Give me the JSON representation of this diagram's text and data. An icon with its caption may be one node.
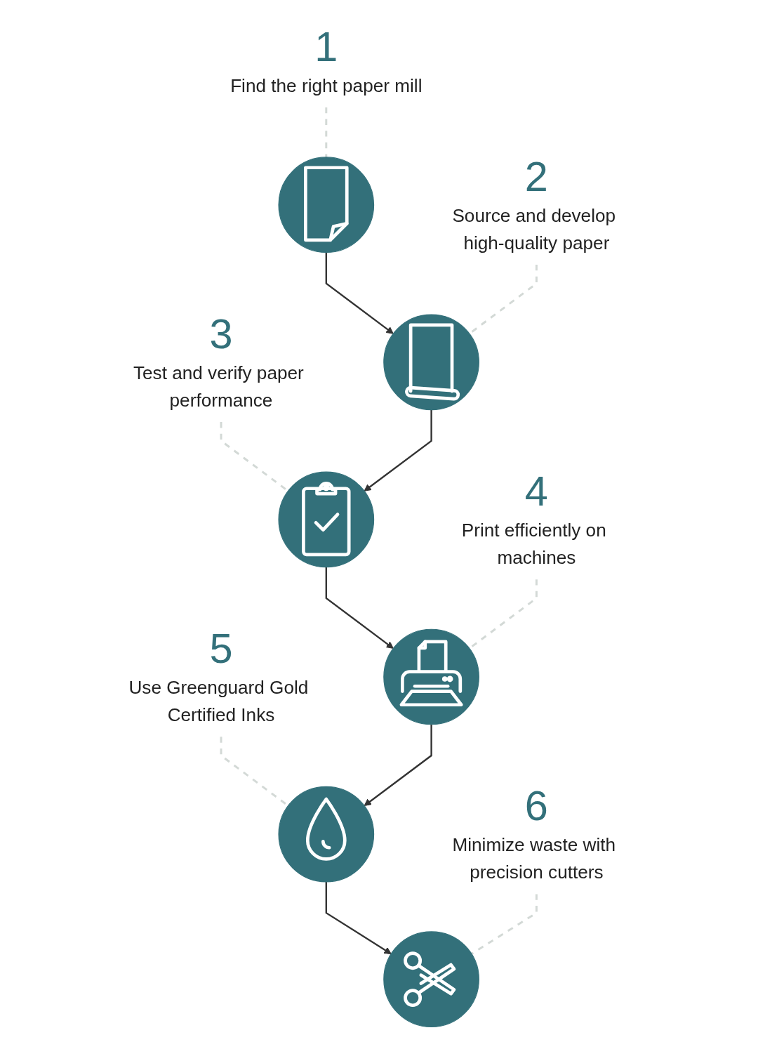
{
  "diagram": {
    "nodes": [
      {
        "text": [
          "1",
          "Find the right paper mill"
        ]
      },
      {
        "text": [],
        "shape": "circle"
      },
      {
        "text": [],
        "shape": "circle"
      },
      {
        "text": [
          "2",
          "Source and develop high-quality paper"
        ]
      },
      {
        "text": [
          "3",
          "Test and verify paper performance"
        ]
      },
      {
        "text": [],
        "shape": "circle"
      },
      {
        "text": [],
        "shape": "circle"
      },
      {
        "text": [
          "4",
          "Print efficiently on machines"
        ]
      },
      {
        "text": [
          "5",
          "Use Greenguard Gold Certified Inks"
        ]
      },
      {
        "text": [],
        "shape": "circle"
      },
      {
        "text": [],
        "shape": "circle"
      },
      {
        "text": [
          "6",
          "Minimize waste with precision cutters"
        ]
      }
    ],
    "edges": [
      {
        "from": 0,
        "to": 1,
        "arrow": "none",
        "style": "dashed",
        "color": "#d3d9d6"
      },
      {
        "from": 1,
        "to": 2,
        "arrow": "to",
        "color": "#333333"
      },
      {
        "from": 3,
        "to": 2,
        "arrow": "none",
        "style": "dashed",
        "color": "#d3d9d6"
      },
      {
        "from": 4,
        "to": 5,
        "arrow": "none",
        "style": "dashed",
        "color": "#d3d9d6"
      },
      {
        "from": 2,
        "to": 5,
        "arrow": "to",
        "color": "#333333"
      },
      {
        "from": 5,
        "to": 6,
        "arrow": "to",
        "color": "#333333"
      },
      {
        "from": 7,
        "to": 6,
        "arrow": "none",
        "style": "dashed",
        "color": "#d3d9d6"
      },
      {
        "from": 8,
        "to": 9,
        "arrow": "none",
        "style": "dashed",
        "color": "#d3d9d6"
      },
      {
        "from": 6,
        "to": 9,
        "arrow": "to",
        "color": "#333333"
      },
      {
        "from": 9,
        "to": 10,
        "arrow": "to",
        "color": "#333333"
      },
      {
        "from": 11,
        "to": 10,
        "arrow": "none",
        "style": "dashed",
        "color": "#d3d9d6"
      }
    ]
  }
}
